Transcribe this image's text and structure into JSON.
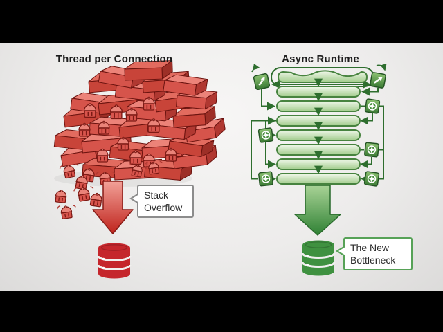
{
  "left_panel": {
    "title": "Thread per Connection",
    "callout": {
      "line1": "Stack",
      "line2": "Overflow"
    },
    "icons": [
      "brick-pile",
      "thread-spool-icon",
      "down-block-arrow-icon",
      "database-icon"
    ],
    "accent_color": "#c5262c"
  },
  "right_panel": {
    "title": "Async Runtime",
    "callout": {
      "line1": "The New",
      "line2": "Bottleneck"
    },
    "pill_count": 8,
    "icons": [
      "task-pill",
      "launch-task-icon",
      "rotate-arrow-icon",
      "compass-move-icon",
      "down-block-arrow-icon",
      "database-icon"
    ],
    "accent_color": "#3f9140"
  },
  "colors": {
    "letterbox": "#000000",
    "red": "#c5262c",
    "red_dark": "#8e1d18",
    "green": "#3f9140",
    "green_line": "#2e6e2e",
    "pill_border": "#47833f",
    "callout_border_gray": "#8c8c8c",
    "callout_border_green": "#57a257",
    "text": "#1d1d1d"
  }
}
